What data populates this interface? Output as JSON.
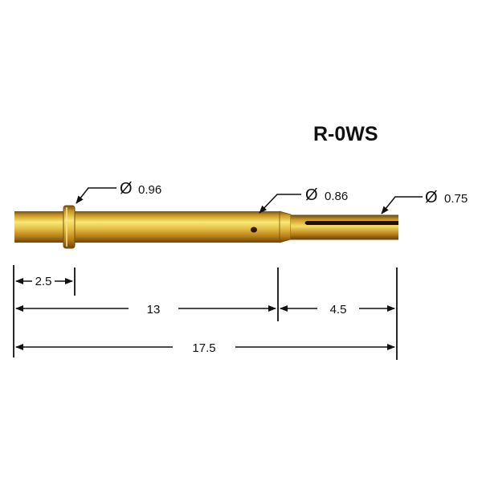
{
  "title": "R-0WS",
  "callouts": [
    {
      "symbol": "Ø",
      "value": "0.96"
    },
    {
      "symbol": "Ø",
      "value": "0.86"
    },
    {
      "symbol": "Ø",
      "value": "0.75"
    }
  ],
  "dimensions": {
    "shoulder": "2.5",
    "body": "13",
    "tip": "4.5",
    "overall": "17.5"
  },
  "colors": {
    "gold_light": "#f6e26a",
    "gold_mid": "#d8a92a",
    "gold_dark": "#8a5a12",
    "line": "#111111"
  }
}
